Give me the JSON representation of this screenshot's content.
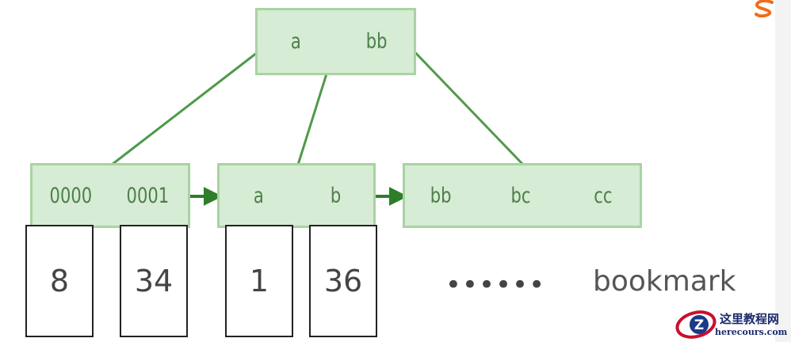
{
  "colors": {
    "node_fill": "#d7ecd4",
    "node_border": "#a9d3a3",
    "key_text": "#4e7f4b",
    "edge": "#4f9a4a",
    "arrow": "#2e7d2a",
    "box_border": "#222222"
  },
  "root": {
    "keys": [
      "a",
      "bb"
    ]
  },
  "leaves": [
    {
      "keys": [
        "0000",
        "0001"
      ]
    },
    {
      "keys": [
        "a",
        "b"
      ]
    },
    {
      "keys": [
        "bb",
        "bc",
        "cc"
      ]
    }
  ],
  "values": [
    "8",
    "34",
    "1",
    "36"
  ],
  "ellipsis": "••••••",
  "label": "bookmark",
  "watermark": {
    "title": "这里教程网",
    "url": "herecours.com"
  }
}
